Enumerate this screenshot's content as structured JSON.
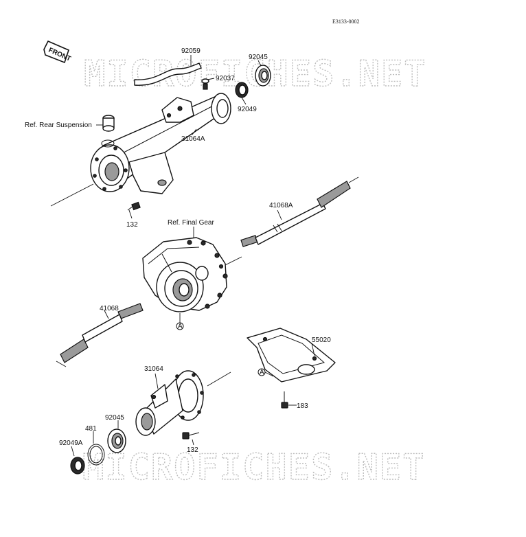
{
  "diagram_code": "E3133-0002",
  "front_marker": "FRONT",
  "watermark": "MICROFICHES.NET",
  "reference_mark": "A",
  "labels": {
    "hose": "92059",
    "clamp": "92037",
    "bearing_top": "92045",
    "seal_top": "92049",
    "ref_rear_suspension": "Ref. Rear Suspension",
    "housing_top": "31064A",
    "bolt_top": "132",
    "ref_final_gear": "Ref. Final Gear",
    "shaft_right": "41068A",
    "shaft_left": "41068",
    "guard": "55020",
    "bolt_guard": "183",
    "housing_bottom": "31064",
    "bearing_bottom": "92045",
    "circlip": "481",
    "seal_bottom": "92049A",
    "bolt_bottom": "132"
  }
}
